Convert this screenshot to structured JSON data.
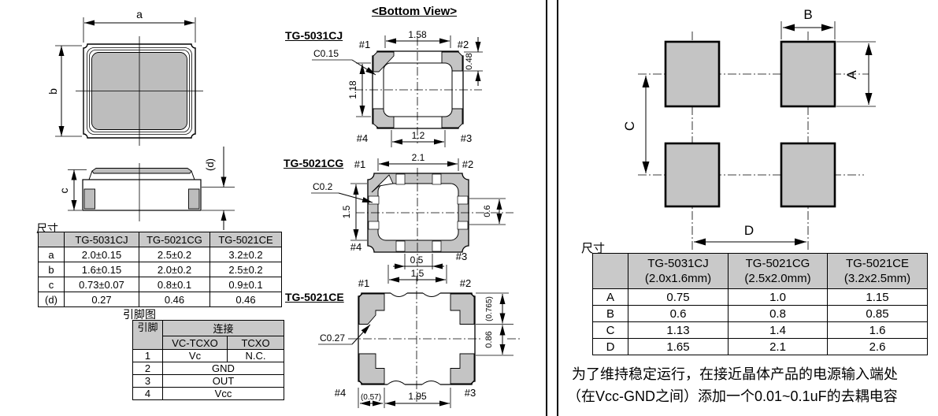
{
  "top_side": {
    "a": "a",
    "b": "b",
    "c": "c",
    "d": "(d)"
  },
  "dim_table": {
    "title": "尺寸",
    "col_headers": [
      "TG-5031CJ",
      "TG-5021CG",
      "TG-5021CE"
    ],
    "rows": [
      {
        "label": "a",
        "v1": "2.0±0.15",
        "v2": "2.5±0.2",
        "v3": "3.2±0.2"
      },
      {
        "label": "b",
        "v1": "1.6±0.15",
        "v2": "2.0±0.2",
        "v3": "2.5±0.2"
      },
      {
        "label": "c",
        "v1": "0.73±0.07",
        "v2": "0.8±0.1",
        "v3": "0.9±0.1"
      },
      {
        "label": "(d)",
        "v1": "0.27",
        "v2": "0.46",
        "v3": "0.46"
      }
    ]
  },
  "pin_table": {
    "title": "引脚图",
    "header_pin": "引脚",
    "header_connection": "连接",
    "sub_vc": "VC-TCXO",
    "sub_tcxo": "TCXO",
    "rows": [
      {
        "pin": "1",
        "vc": "Vc",
        "tcxo": "N.C."
      },
      {
        "pin": "2",
        "both": "GND"
      },
      {
        "pin": "3",
        "both": "OUT"
      },
      {
        "pin": "4",
        "both": "Vcc"
      }
    ]
  },
  "bottom_view": {
    "title": "<Bottom View>",
    "cj": {
      "name": "TG-5031CJ",
      "chamfer": "C0.15",
      "pin1": "#1",
      "pin2": "#2",
      "pin3": "#3",
      "pin4": "#4",
      "dim_top": "1.58",
      "dim_right": "0.48",
      "dim_left": "1.18",
      "dim_bottom": "1.2"
    },
    "cg": {
      "name": "TG-5021CG",
      "chamfer": "C0.2",
      "pin1": "#1",
      "pin2": "#2",
      "pin3": "#3",
      "pin4": "#4",
      "dim_top": "2.1",
      "dim_left": "1.5",
      "dim_right": "0.6",
      "dim_bottom_inner": "0.5",
      "dim_bottom_outer": "1.5"
    },
    "ce": {
      "name": "TG-5021CE",
      "chamfer": "C0.27",
      "pin1": "#1",
      "pin2": "#2",
      "pin3": "#3",
      "pin4": "#4",
      "dim_right_top": "(0.765)",
      "dim_right": "0.86",
      "dim_bottom_left": "(0.57)",
      "dim_bottom": "1.95"
    }
  },
  "land_pattern": {
    "dim_a": "A",
    "dim_b": "B",
    "dim_c": "C",
    "dim_d": "D"
  },
  "land_table": {
    "title": "尺寸",
    "cols": [
      {
        "model": "TG-5031CJ",
        "size": "(2.0x1.6mm)"
      },
      {
        "model": "TG-5021CG",
        "size": "(2.5x2.0mm)"
      },
      {
        "model": "TG-5021CE",
        "size": "(3.2x2.5mm)"
      }
    ],
    "rows": [
      {
        "label": "A",
        "v1": "0.75",
        "v2": "1.0",
        "v3": "1.15"
      },
      {
        "label": "B",
        "v1": "0.6",
        "v2": "0.8",
        "v3": "0.85"
      },
      {
        "label": "C",
        "v1": "1.13",
        "v2": "1.4",
        "v3": "1.6"
      },
      {
        "label": "D",
        "v1": "1.65",
        "v2": "2.1",
        "v3": "2.6"
      }
    ]
  },
  "note": {
    "line1": "为了维持稳定运行，在接近晶体产品的电源输入端处",
    "line2": "（在Vcc-GND之间）添加一个0.01~0.1uF的去耦电容"
  },
  "colors": {
    "pad_fill": "#c4c4c4",
    "body_fill": "#bdbdbd",
    "table_header": "#c9c9c9",
    "line": "#000000"
  }
}
